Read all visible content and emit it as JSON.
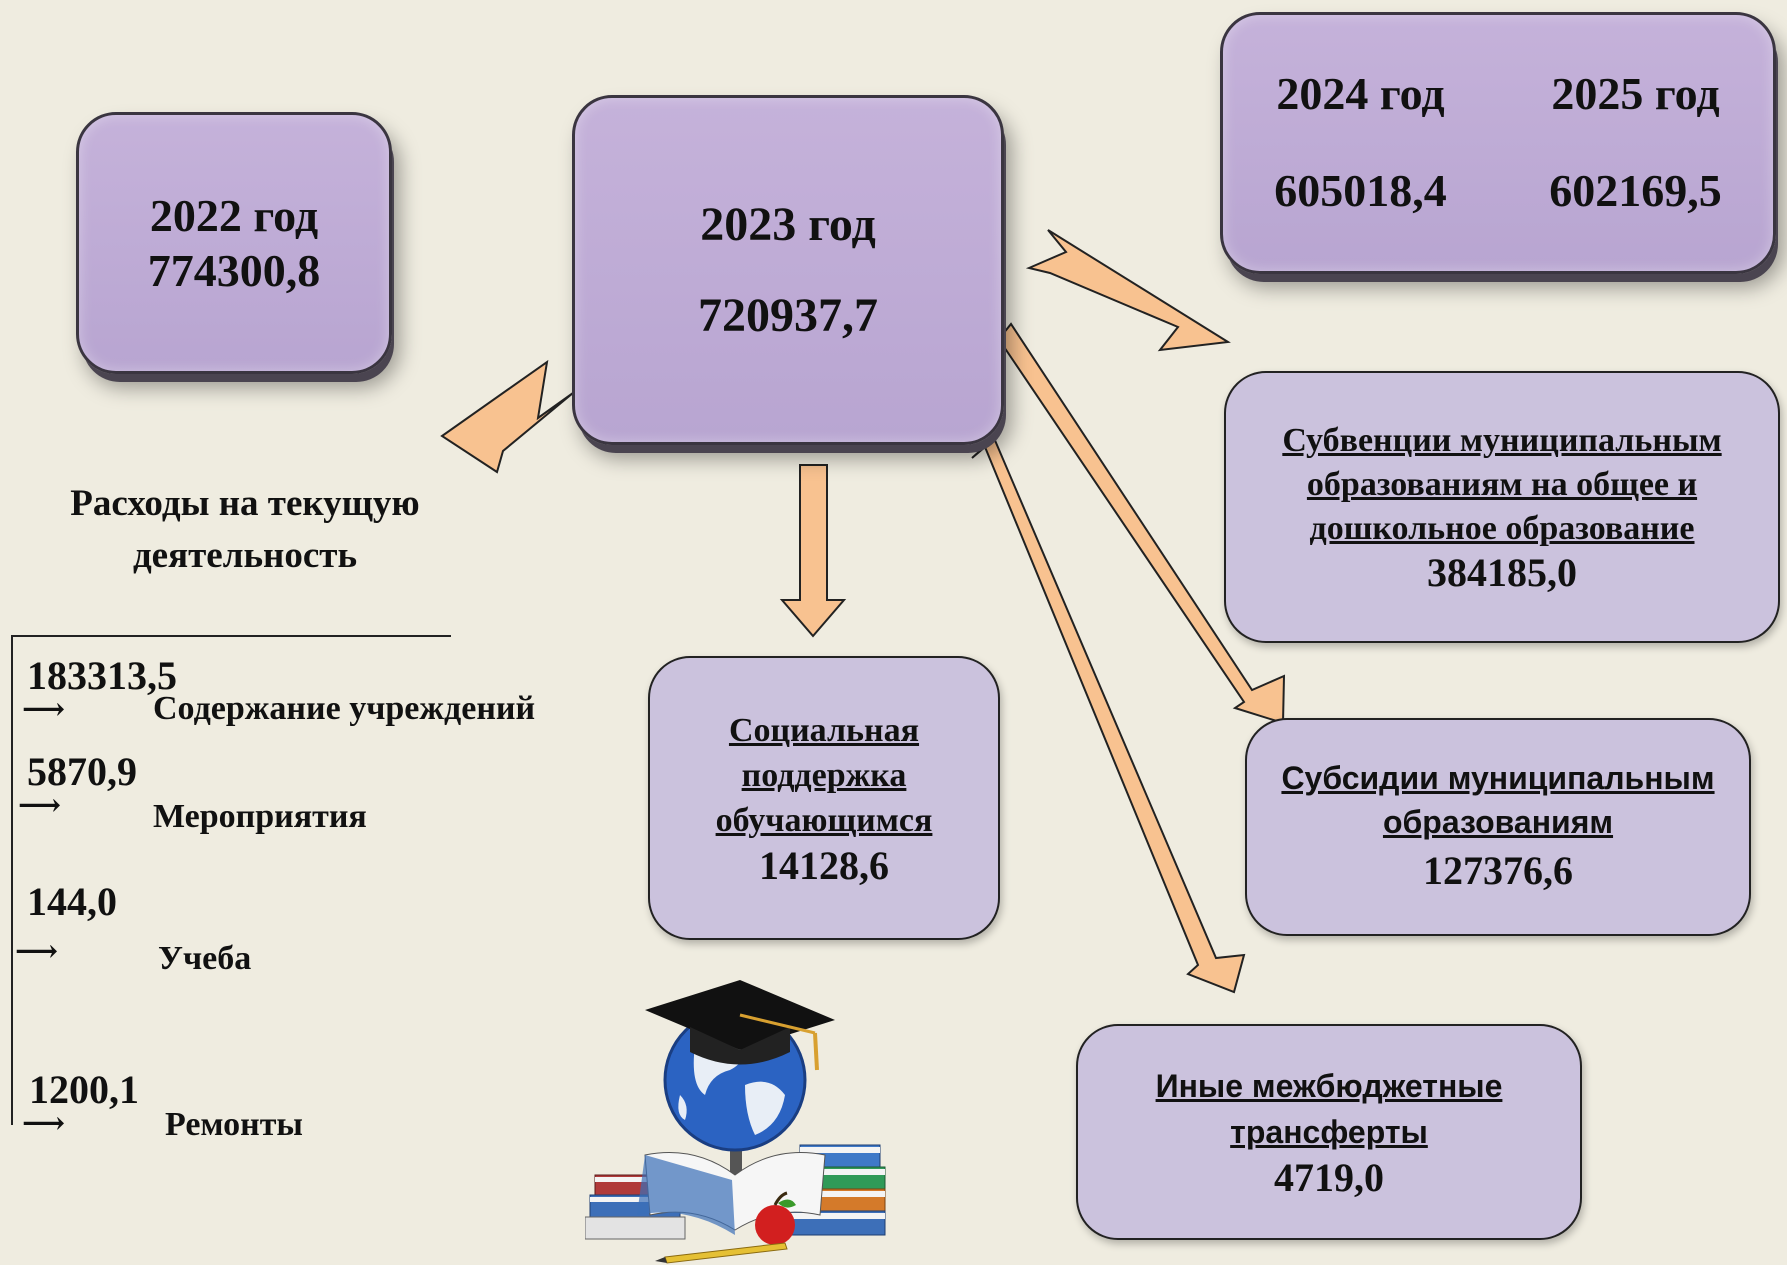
{
  "y2022": {
    "year": "2022 год",
    "value": "774300,8"
  },
  "y2023": {
    "year": "2023 год",
    "value": "720937,7"
  },
  "forecast": {
    "year1": "2024 год",
    "value1": "605018,4",
    "year2": "2025 год",
    "value2": "602169,5"
  },
  "current": {
    "title_line1": "Расходы на текущую",
    "title_line2": "деятельность",
    "items": [
      {
        "value": "183313,5",
        "label": "Содержание учреждений"
      },
      {
        "value": "5870,9",
        "label": "Мероприятия"
      },
      {
        "value": "144,0",
        "label": "Учеба"
      },
      {
        "value": "1200,1",
        "label": "Ремонты"
      }
    ]
  },
  "social": {
    "line1": "Социальная",
    "line2": "поддержка",
    "line3": "обучающимся",
    "value": "14128,6"
  },
  "subvention": {
    "line1": "Субвенции муниципальным",
    "line2": "образованиям на общее и",
    "line3": "дошкольное образование",
    "value": "384185,0"
  },
  "subsidy": {
    "line1": "Субсидии муниципальным",
    "line2": "образованиям",
    "value": "127376,6"
  },
  "other": {
    "line1": "Иные межбюджетные",
    "line2": "трансферты",
    "value": "4719,0"
  },
  "colors": {
    "box_purple": "#bcaad5",
    "box_light": "#cbc2dd",
    "arrow_fill": "#f8c290",
    "background": "#efece0"
  }
}
